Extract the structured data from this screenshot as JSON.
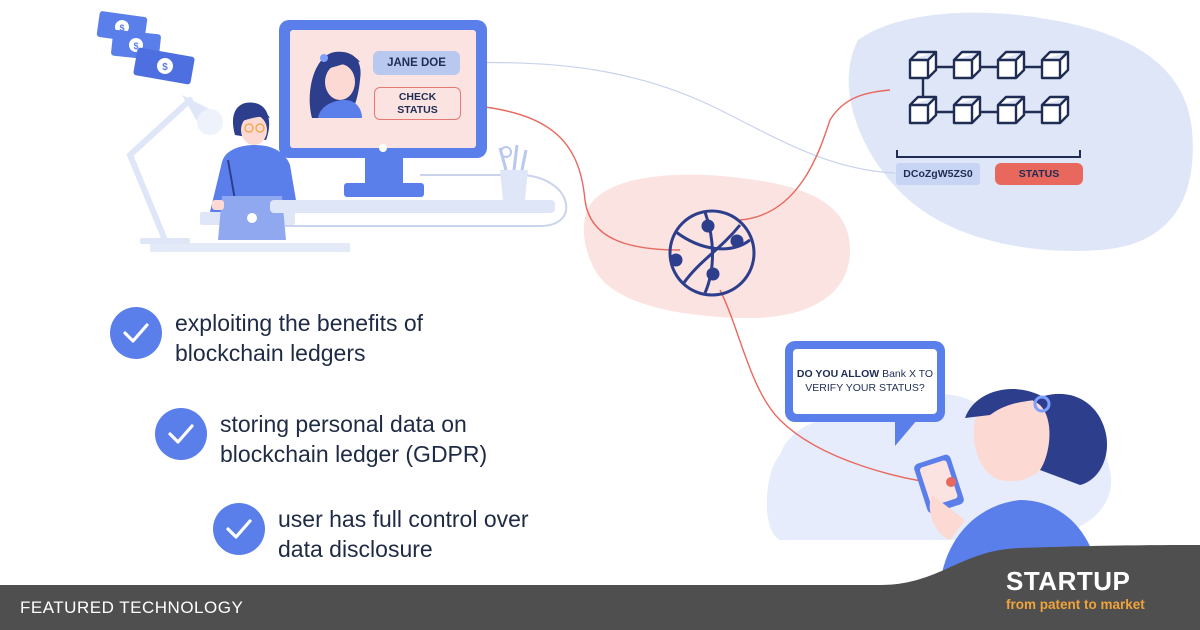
{
  "monitor": {
    "user_name": "JANE DOE",
    "check_status_label": "CHECK STATUS"
  },
  "blockchain": {
    "hash_id": "DCoZgW5ZS0",
    "status_label": "STATUS"
  },
  "consent_prompt": {
    "bold_part": "DO YOU ALLOW",
    "rest_part": "Bank X TO VERIFY YOUR STATUS?"
  },
  "benefits": [
    {
      "text": "exploiting the benefits of blockchain ledgers"
    },
    {
      "text": "storing personal data on blockchain ledger (GDPR)"
    },
    {
      "text": "user has full control over data disclosure"
    }
  ],
  "footer": {
    "category": "FEATURED TECHNOLOGY",
    "logo_name": "STARTUP",
    "logo_tagline": "from patent to market"
  },
  "colors": {
    "brand_blue": "#5b7fea",
    "accent_red": "#e8685e",
    "dark_navy": "#1f2d55",
    "footer_gray": "#4f4f4f",
    "logo_orange": "#f0a33a"
  }
}
